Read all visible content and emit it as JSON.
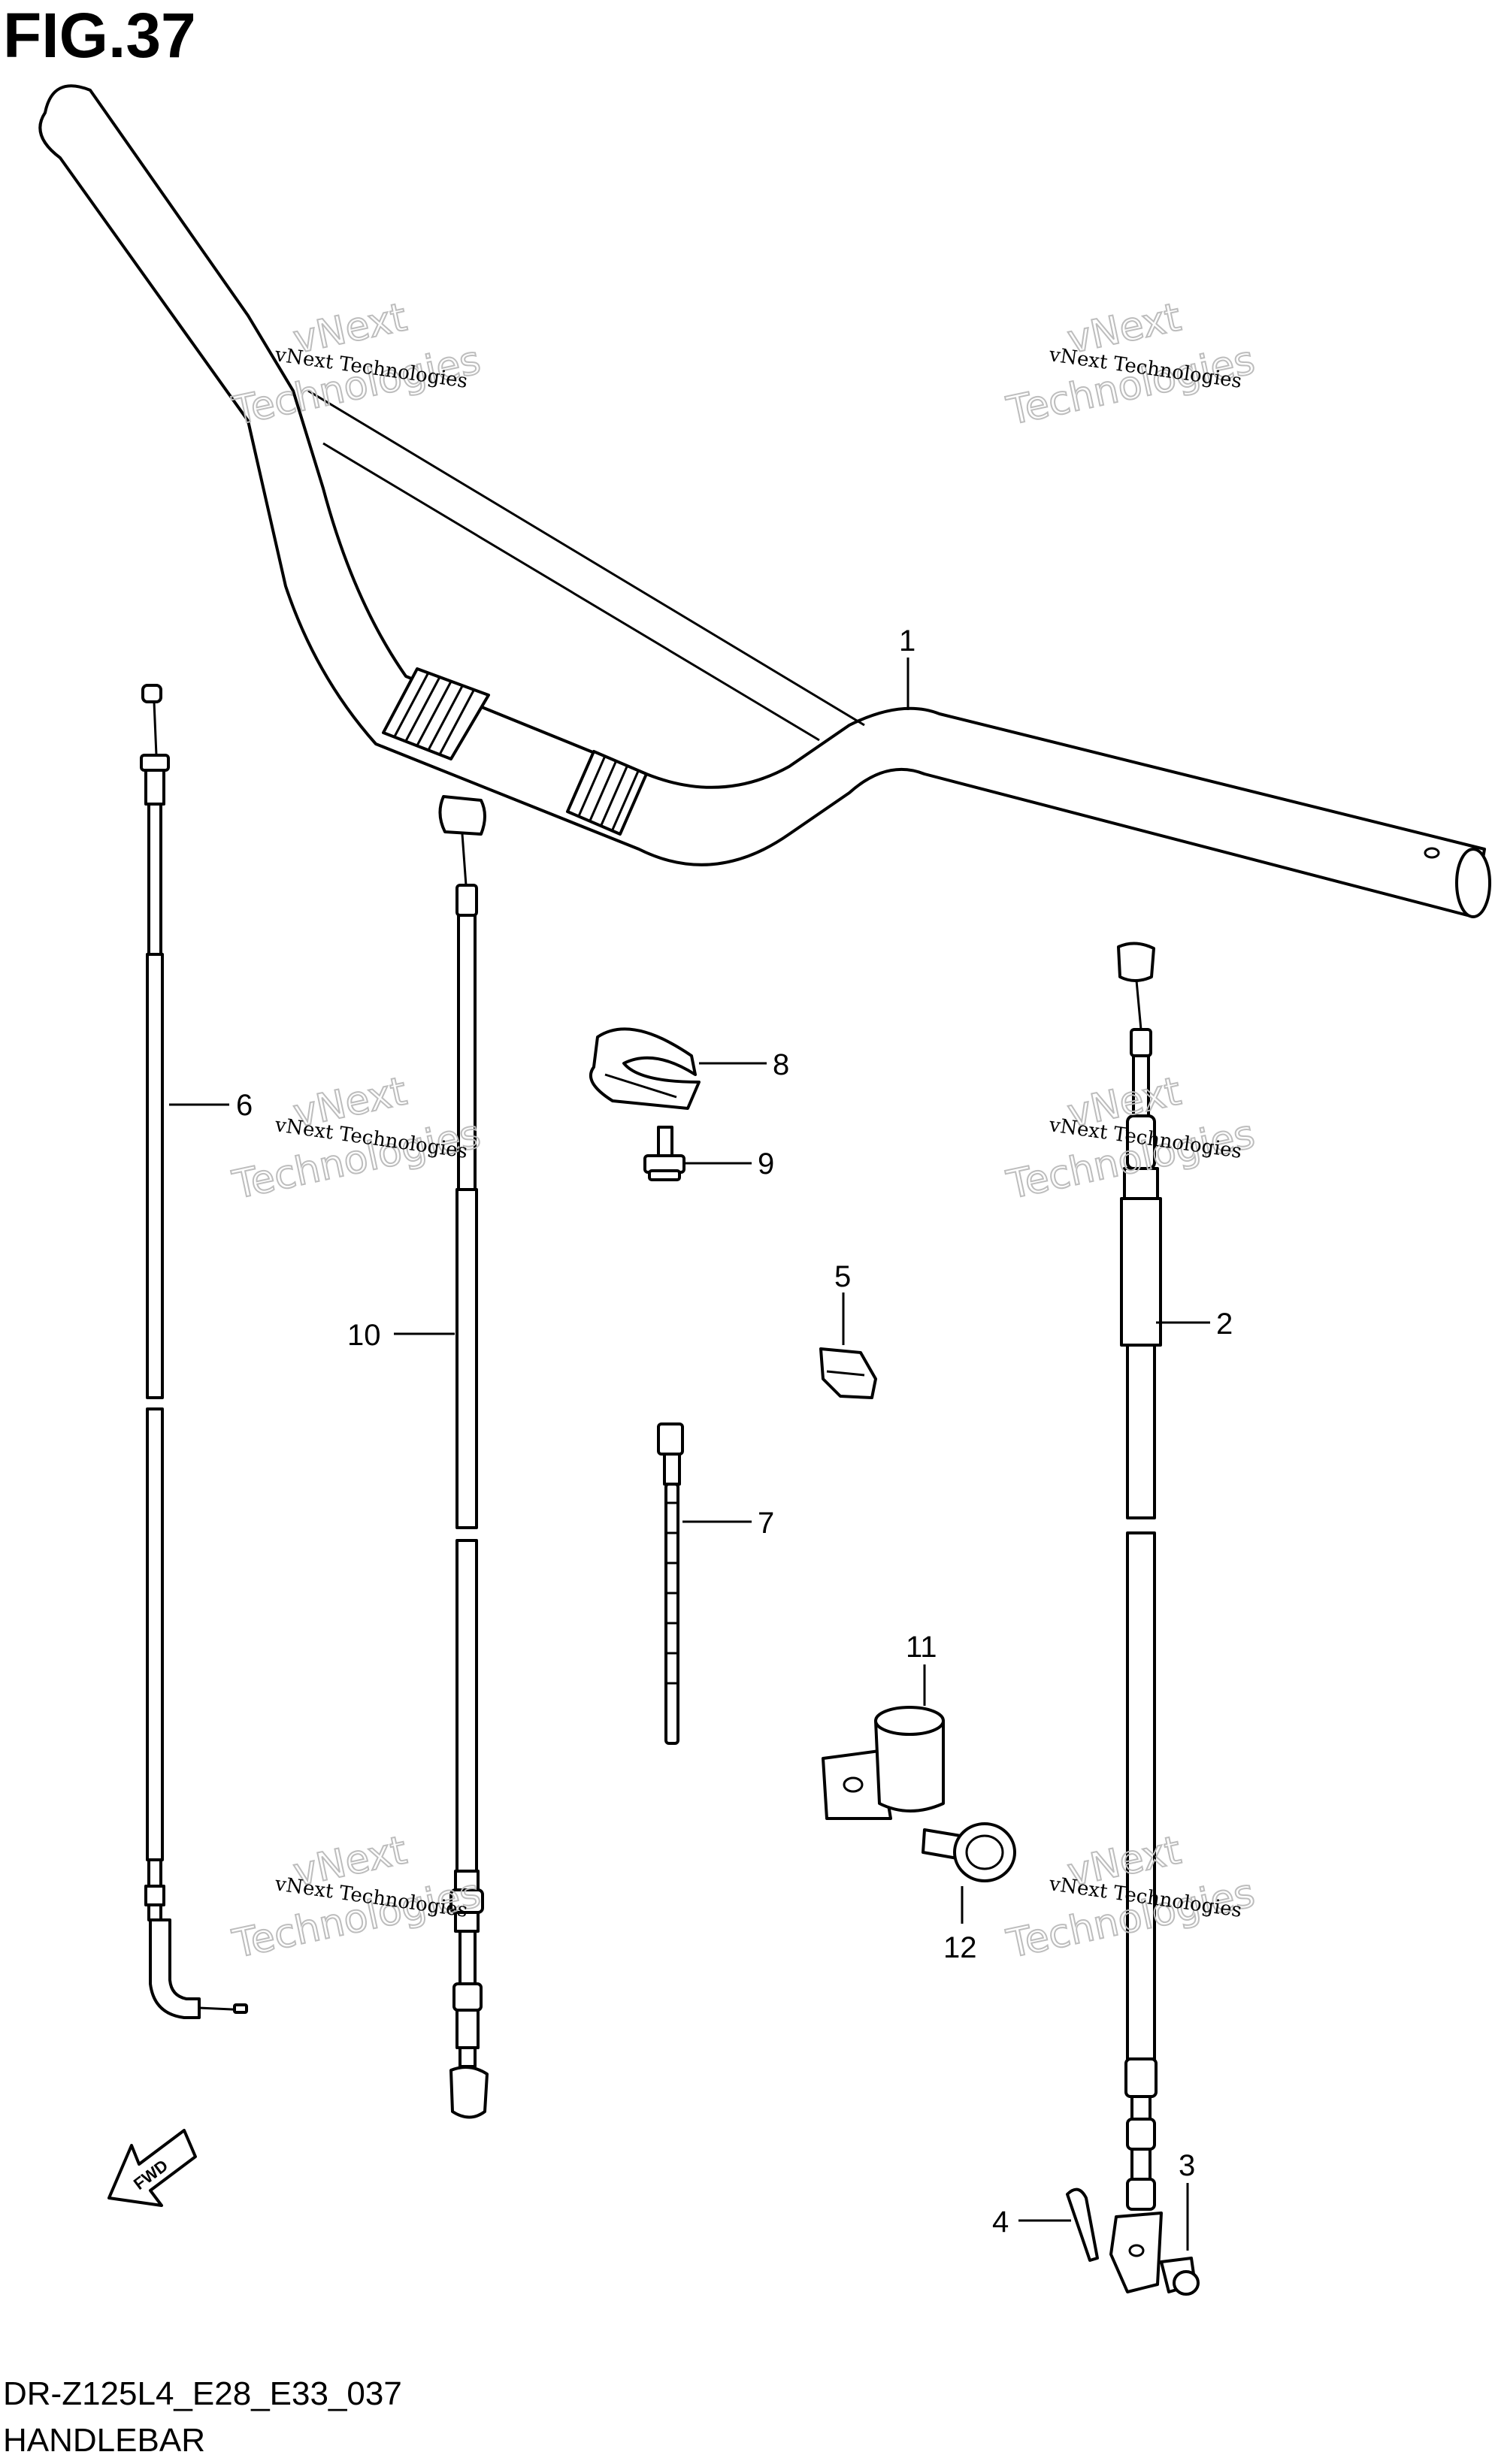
{
  "figure": {
    "title": "FIG.37",
    "model_code": "DR-Z125L4_E28_E33_037",
    "section_name": "HANDLEBAR"
  },
  "callouts": {
    "p1": "1",
    "p2": "2",
    "p3": "3",
    "p4": "4",
    "p5": "5",
    "p6": "6",
    "p7": "7",
    "p8": "8",
    "p9": "9",
    "p10": "10",
    "p11": "11",
    "p12": "12"
  },
  "fwd_arrow": {
    "label": "FWD"
  },
  "watermark": {
    "line1": "vNext Technologies",
    "line2": "vNext",
    "line3": "Technologies"
  }
}
